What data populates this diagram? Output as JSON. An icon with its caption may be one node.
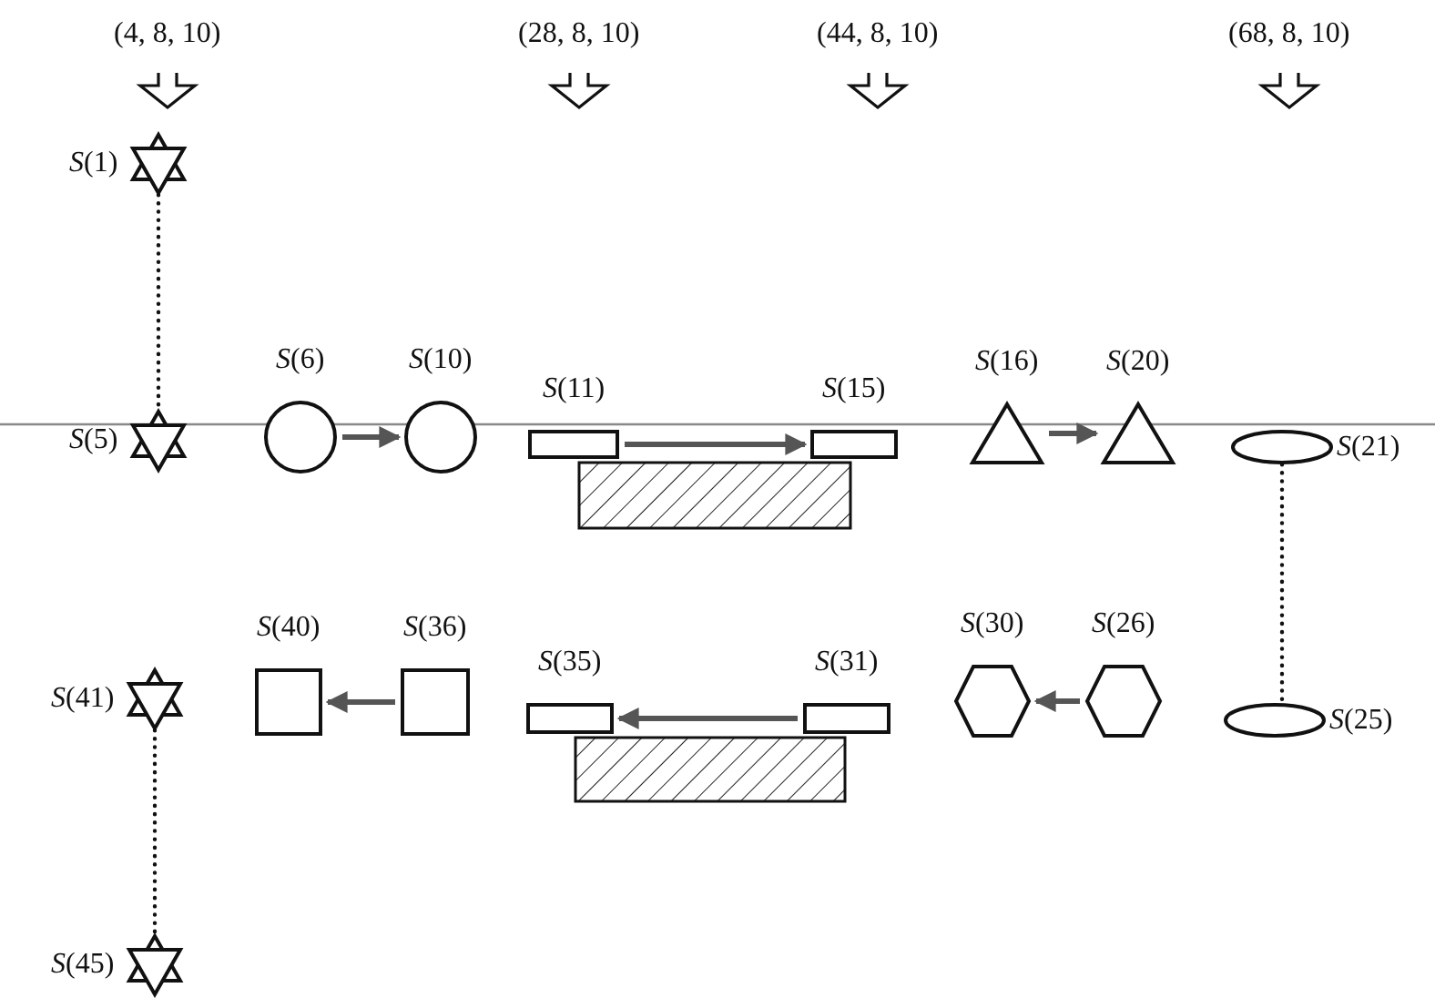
{
  "diagram": {
    "nodes": [
      {
        "text": [],
        "shape": "star",
        "beside": [
          "*S*(1)"
        ]
      },
      {
        "text": [],
        "shape": "star",
        "beside": [
          "*S*(5)"
        ]
      },
      {
        "text": [],
        "shape": "circle",
        "beside": [
          "*S*(6)"
        ]
      },
      {
        "text": [],
        "shape": "circle",
        "beside": [
          "*S*(10)"
        ]
      },
      {
        "text": [],
        "shape": "box",
        "beside": [
          "*S*(11)"
        ]
      },
      {
        "text": [],
        "shape": "box",
        "beside": [
          "*S*(15)"
        ]
      },
      {
        "text": [],
        "shape": "triangle",
        "beside": [
          "*S*(16)"
        ]
      },
      {
        "text": [],
        "shape": "triangle",
        "beside": [
          "*S*(20)"
        ]
      },
      {
        "text": [],
        "shape": "ellipse",
        "beside": [
          "*S*(21)"
        ]
      },
      {
        "text": [],
        "shape": "ellipse",
        "beside": [
          "*S*(25)"
        ]
      },
      {
        "text": [],
        "shape": "hexagon",
        "beside": [
          "*S*(26)"
        ]
      },
      {
        "text": [],
        "shape": "hexagon",
        "beside": [
          "*S*(30)"
        ]
      },
      {
        "text": [],
        "shape": "box",
        "beside": [
          "*S*(31)"
        ]
      },
      {
        "text": [],
        "shape": "box",
        "beside": [
          "*S*(35)"
        ]
      },
      {
        "text": [],
        "shape": "box",
        "beside": [
          "*S*(36)"
        ]
      },
      {
        "text": [],
        "shape": "box",
        "beside": [
          "*S*(40)"
        ]
      },
      {
        "text": [],
        "shape": "star",
        "beside": [
          "*S*(41)"
        ]
      },
      {
        "text": [],
        "shape": "star",
        "beside": [
          "*S*(45)"
        ]
      },
      {
        "text": [],
        "shape": "bar"
      },
      {
        "text": [],
        "shape": "bar"
      }
    ],
    "edges": [
      {
        "from": 0,
        "to": 1,
        "arrow": "none",
        "style": "dashed"
      },
      {
        "from": 2,
        "to": 3,
        "arrow": "to"
      },
      {
        "from": 4,
        "to": 5,
        "arrow": "to"
      },
      {
        "from": 6,
        "to": 7,
        "arrow": "to"
      },
      {
        "from": 8,
        "to": 9,
        "arrow": "none",
        "style": "dashed"
      },
      {
        "from": 10,
        "to": 11,
        "arrow": "to"
      },
      {
        "from": 12,
        "to": 13,
        "arrow": "to"
      },
      {
        "from": 14,
        "to": 15,
        "arrow": "to"
      },
      {
        "from": 16,
        "to": 17,
        "arrow": "none",
        "style": "dashed"
      }
    ],
    "labels": [
      "(4, 8, 10)",
      "(28, 8, 10)",
      "(44, 8, 10)",
      "(68, 8, 10)"
    ]
  }
}
